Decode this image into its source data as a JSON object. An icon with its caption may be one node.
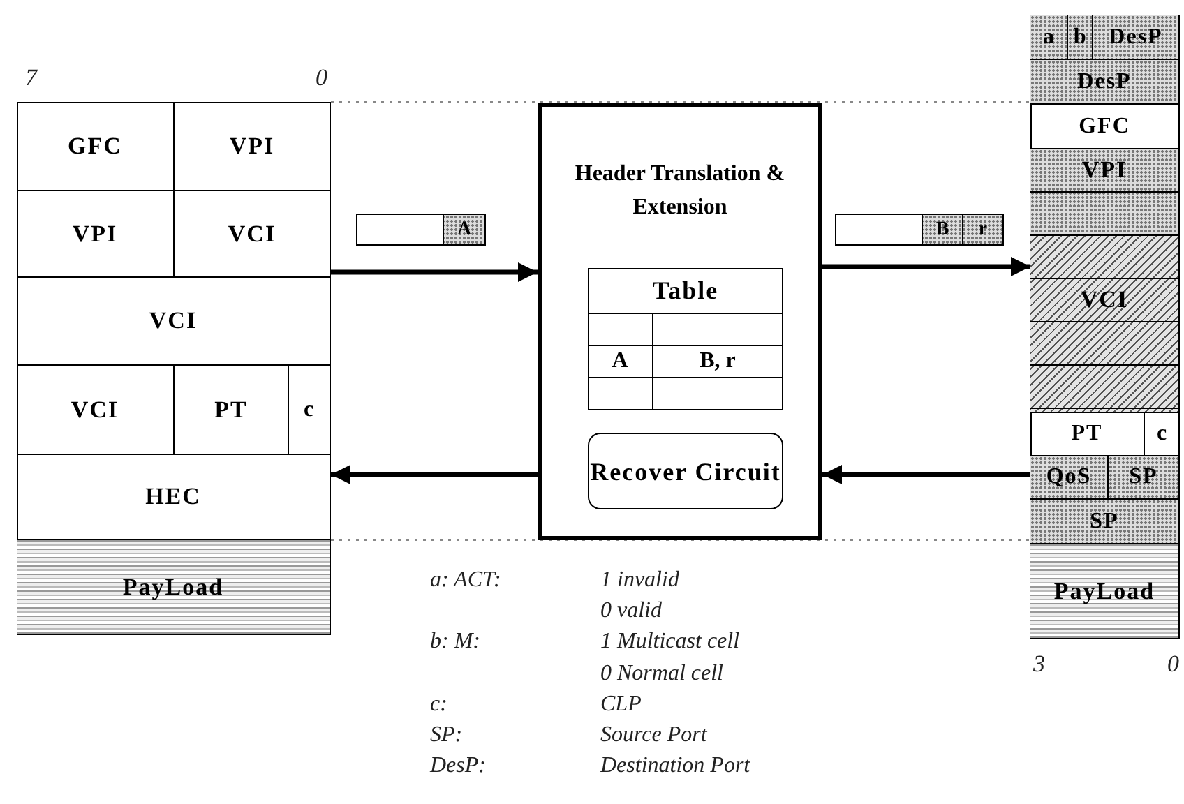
{
  "diagram": {
    "nodes": [
      {
        "text": [],
        "shape": "box"
      },
      {
        "text": [
          "GFC"
        ],
        "in": 0
      },
      {
        "text": [
          "VPI"
        ],
        "in": 0
      },
      {
        "text": [
          "VPI"
        ],
        "in": 0
      },
      {
        "text": [
          "VCI"
        ],
        "in": 0
      },
      {
        "text": [
          "VCI"
        ],
        "in": 0
      },
      {
        "text": [
          "VCI"
        ],
        "in": 0
      },
      {
        "text": [
          "PT"
        ],
        "in": 0
      },
      {
        "text": [
          "c"
        ],
        "in": 0
      },
      {
        "text": [
          "HEC"
        ],
        "in": 0
      },
      {
        "text": [
          "PayLoad"
        ],
        "in": 0
      },
      {
        "text": [
          "A"
        ]
      },
      {
        "text": [
          "Header Translation & Extension"
        ]
      },
      {
        "text": [
          "Table"
        ],
        "in": 12
      },
      {
        "text": [
          "A"
        ],
        "in": 13
      },
      {
        "text": [
          "B, r"
        ],
        "in": 13
      },
      {
        "text": [
          "Recover Circuit"
        ],
        "in": 12
      },
      {
        "text": [
          "B",
          "r"
        ]
      },
      {
        "text": [],
        "shape": "box"
      },
      {
        "text": [
          "a"
        ],
        "in": 18
      },
      {
        "text": [
          "b"
        ],
        "in": 18
      },
      {
        "text": [
          "DesP"
        ],
        "in": 18
      },
      {
        "text": [
          "DesP"
        ],
        "in": 18
      },
      {
        "text": [
          "GFC"
        ],
        "in": 18
      },
      {
        "text": [
          "VPI"
        ],
        "in": 18
      },
      {
        "text": [
          "VCI"
        ],
        "in": 18
      },
      {
        "text": [
          "PT"
        ],
        "in": 18
      },
      {
        "text": [
          "c"
        ],
        "in": 18
      },
      {
        "text": [
          "QoS"
        ],
        "in": 18
      },
      {
        "text": [
          "SP"
        ],
        "in": 18
      },
      {
        "text": [
          "SP"
        ],
        "in": 18
      },
      {
        "text": [
          "PayLoad"
        ],
        "in": 18
      }
    ],
    "edges": [
      {
        "from": 0,
        "to": 12,
        "arrow": "to"
      },
      {
        "from": 12,
        "to": 0,
        "arrow": "to"
      },
      {
        "from": 12,
        "to": 18,
        "arrow": "to"
      },
      {
        "from": 18,
        "to": 12,
        "arrow": "to"
      }
    ],
    "labels": [
      "7",
      "0",
      "3",
      "0",
      "a: ACT:",
      "1 invalid",
      "0 valid",
      "b: M:",
      "1 Multicast cell",
      "0 Normal cell",
      "c:",
      "CLP",
      "SP:",
      "Source Port",
      "DesP:",
      "Destination Port"
    ]
  }
}
